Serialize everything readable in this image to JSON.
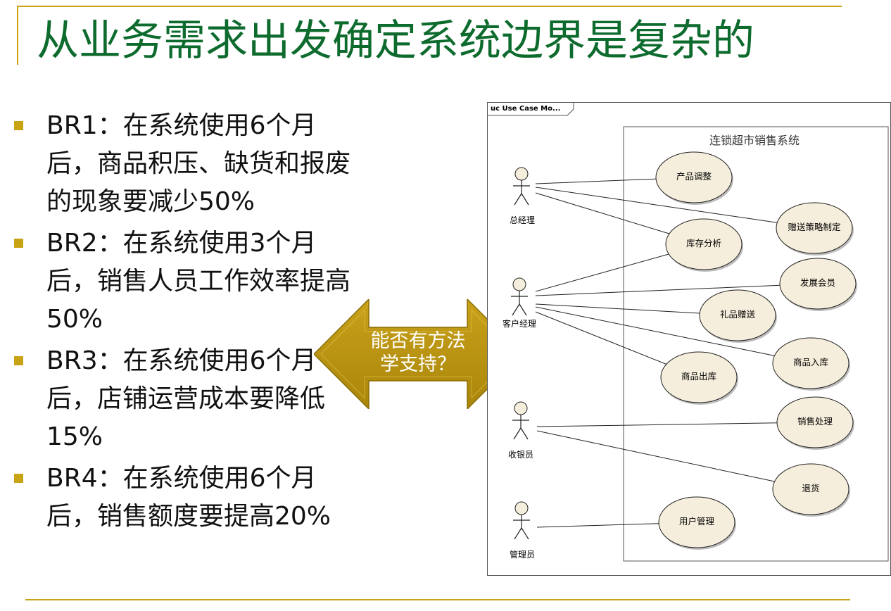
{
  "slide": {
    "title": "从业务需求出发确定系统边界是复杂的",
    "bullets": [
      "BR1：在系统使用6个月后，商品积压、缺货和报废的现象要减少50%",
      "BR2：在系统使用3个月后，销售人员工作效率提高50%",
      "BR3：在系统使用6个月后，店铺运营成本要降低15%",
      "BR4：在系统使用6个月后，销售额度要提高20%"
    ],
    "arrow_label_lines": [
      "能否有方法",
      "学支持？"
    ],
    "colors": {
      "title": "#0e6b2e",
      "accent": "#c8a415",
      "arrow_fill": "#b8920e",
      "usecase_fill": "#f6eedc"
    }
  },
  "diagram": {
    "frame_label": "uc Use Case Mo...",
    "system_name": "连锁超市销售系统",
    "actors": [
      {
        "id": "a1",
        "name": "总经理"
      },
      {
        "id": "a2",
        "name": "客户经理"
      },
      {
        "id": "a3",
        "name": "收银员"
      },
      {
        "id": "a4",
        "name": "管理员"
      }
    ],
    "use_cases": [
      {
        "id": "u1",
        "name": "产品调整"
      },
      {
        "id": "u2",
        "name": "赠送策略制定"
      },
      {
        "id": "u3",
        "name": "库存分析"
      },
      {
        "id": "u4",
        "name": "发展会员"
      },
      {
        "id": "u5",
        "name": "礼品赠送"
      },
      {
        "id": "u6",
        "name": "商品入库"
      },
      {
        "id": "u7",
        "name": "商品出库"
      },
      {
        "id": "u8",
        "name": "销售处理"
      },
      {
        "id": "u9",
        "name": "退货"
      },
      {
        "id": "u10",
        "name": "用户管理"
      }
    ],
    "associations": [
      [
        "a1",
        "u1"
      ],
      [
        "a1",
        "u2"
      ],
      [
        "a1",
        "u3"
      ],
      [
        "a2",
        "u3"
      ],
      [
        "a2",
        "u4"
      ],
      [
        "a2",
        "u5"
      ],
      [
        "a2",
        "u6"
      ],
      [
        "a2",
        "u7"
      ],
      [
        "a3",
        "u8"
      ],
      [
        "a3",
        "u9"
      ],
      [
        "a4",
        "u10"
      ]
    ]
  }
}
